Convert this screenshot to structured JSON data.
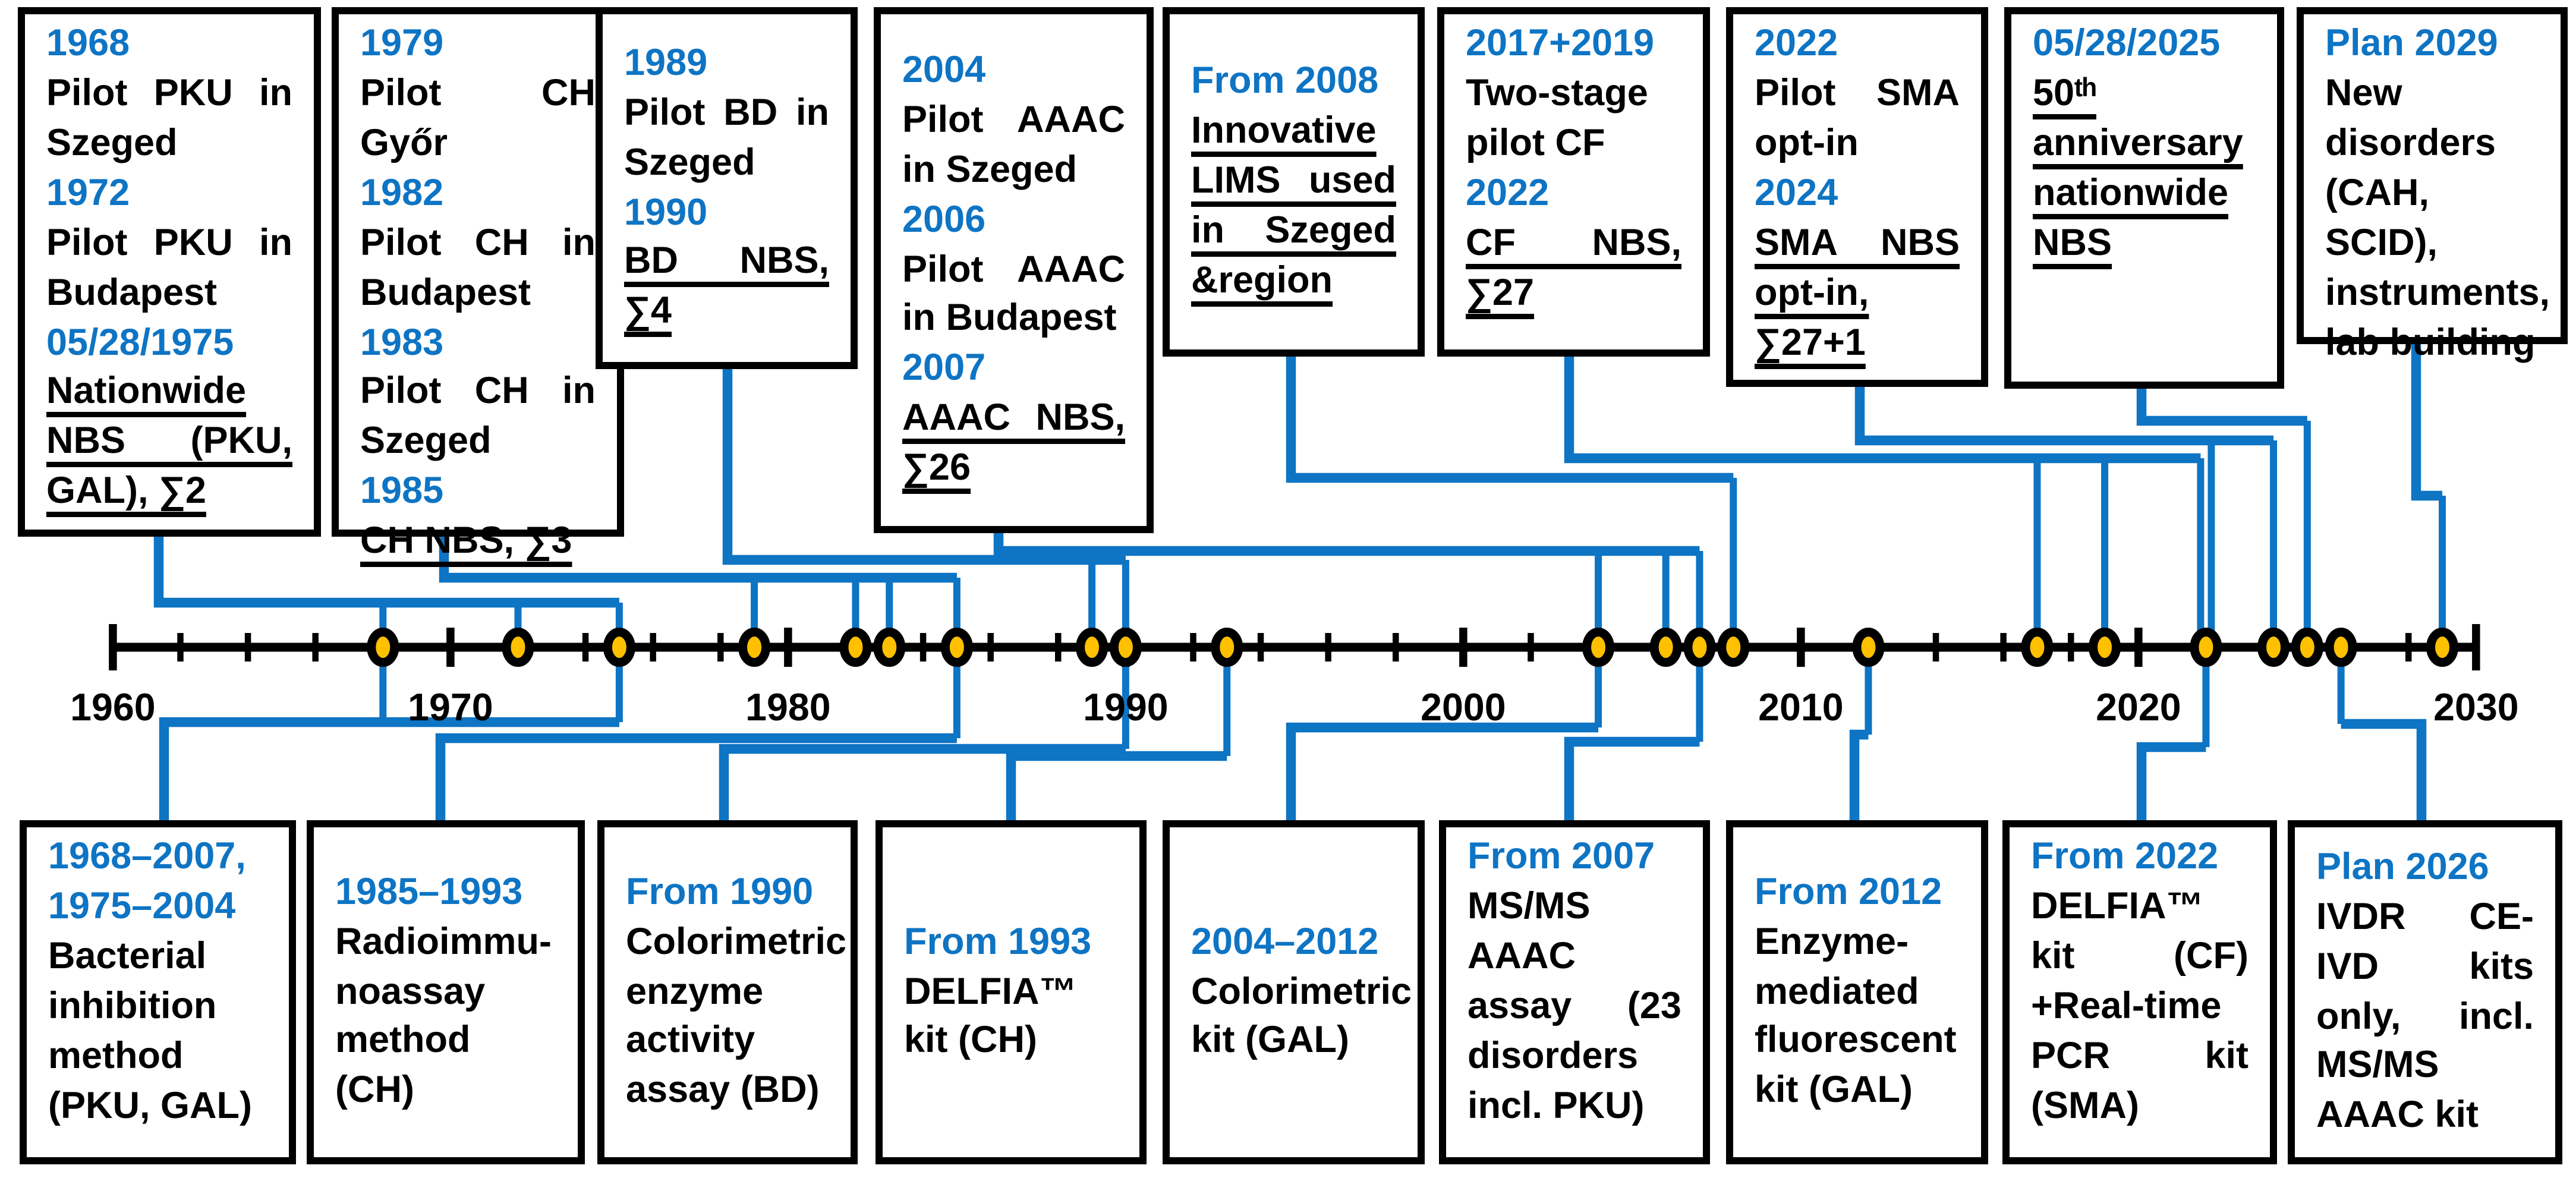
{
  "colors": {
    "accent": "#0E74C4",
    "dot_fill": "#FFC000",
    "dot_stroke": "#000000",
    "box_border": "#000000",
    "text": "#000000",
    "background": "#FFFFFF"
  },
  "timeline": {
    "start_year": 1960,
    "end_year": 2030,
    "minor_tick_step_years": 2,
    "tick_labels": [
      "1960",
      "1970",
      "1980",
      "1990",
      "2000",
      "2010",
      "2020",
      "2030"
    ],
    "dot_years": [
      1968,
      1972,
      1975,
      1979,
      1982,
      1983,
      1985,
      1989,
      1990,
      1993,
      2004,
      2006,
      2007,
      2008,
      2012,
      2017,
      2019,
      2022,
      2024,
      2025,
      2026,
      2029
    ]
  },
  "top_boxes": [
    {
      "id": "pku-pilots-nationwide",
      "years": [
        1968,
        1972,
        1975
      ],
      "segments": [
        {
          "text": "1968",
          "style": "year"
        },
        {
          "text": "Pilot PKU in Szeged",
          "style": "body"
        },
        {
          "text": "1972",
          "style": "year"
        },
        {
          "text": "Pilot PKU in Budapest",
          "style": "body"
        },
        {
          "text": "05/28/1975",
          "style": "year"
        },
        {
          "text": "Nationwide NBS (PKU, GAL), ∑2",
          "style": "body_u"
        }
      ]
    },
    {
      "id": "ch-pilots-nbs",
      "years": [
        1979,
        1982,
        1983,
        1985
      ],
      "segments": [
        {
          "text": "1979",
          "style": "year"
        },
        {
          "text": "Pilot CH Győr",
          "style": "body"
        },
        {
          "text": "1982",
          "style": "year"
        },
        {
          "text": "Pilot CH in Budapest",
          "style": "body"
        },
        {
          "text": "1983",
          "style": "year"
        },
        {
          "text": "Pilot CH in Szeged",
          "style": "body"
        },
        {
          "text": "1985",
          "style": "year"
        },
        {
          "text": "CH NBS, ∑3",
          "style": "body_u"
        }
      ]
    },
    {
      "id": "bd-pilot-nbs",
      "years": [
        1989,
        1990
      ],
      "segments": [
        {
          "text": "1989",
          "style": "year"
        },
        {
          "text": "Pilot BD in Szeged",
          "style": "body"
        },
        {
          "text": "1990",
          "style": "year"
        },
        {
          "text": "BD NBS, ∑4",
          "style": "body_u"
        }
      ]
    },
    {
      "id": "aaac-pilots-nbs",
      "years": [
        2004,
        2006,
        2007
      ],
      "segments": [
        {
          "text": "2004",
          "style": "year"
        },
        {
          "text": "Pilot AAAC in Szeged",
          "style": "body"
        },
        {
          "text": "2006",
          "style": "year"
        },
        {
          "text": "Pilot AAAC in Budapest",
          "style": "body"
        },
        {
          "text": "2007",
          "style": "year"
        },
        {
          "text": "AAAC NBS, ∑26",
          "style": "body_u"
        }
      ]
    },
    {
      "id": "lims",
      "years": [
        2008
      ],
      "segments": [
        {
          "text": "From 2008",
          "style": "year"
        },
        {
          "text": "Innovative LIMS used in Szeged &region",
          "style": "body_u"
        }
      ]
    },
    {
      "id": "cf-pilot-nbs",
      "years": [
        2017,
        2019,
        2022
      ],
      "segments": [
        {
          "text": "2017+2019",
          "style": "year"
        },
        {
          "text": "Two-stage pilot CF",
          "style": "body"
        },
        {
          "text": "2022",
          "style": "year"
        },
        {
          "text": "CF NBS, ∑27",
          "style": "body_u"
        }
      ]
    },
    {
      "id": "sma-pilot-optin",
      "years": [
        2022,
        2024
      ],
      "segments": [
        {
          "text": "2022",
          "style": "year"
        },
        {
          "text": "Pilot SMA opt-in",
          "style": "body"
        },
        {
          "text": "2024",
          "style": "year"
        },
        {
          "text": "SMA NBS opt-in, ∑27+1",
          "style": "body_u"
        }
      ]
    },
    {
      "id": "anniversary",
      "years": [
        2025
      ],
      "segments": [
        {
          "text": "05/28/2025",
          "style": "year"
        },
        {
          "text": "50ᵗʰ anniversary nationwide NBS",
          "style": "body_u"
        }
      ]
    },
    {
      "id": "plan-2029",
      "years": [
        2029
      ],
      "segments": [
        {
          "text": "Plan 2029",
          "style": "year"
        },
        {
          "text": "New disorders (CAH, SCID), instruments, lab building",
          "style": "body"
        }
      ]
    }
  ],
  "bottom_boxes": [
    {
      "id": "bacterial-inhibition",
      "years": [
        1968,
        1975
      ],
      "segments": [
        {
          "text": "1968–2007, 1975–2004",
          "style": "year"
        },
        {
          "text": "Bacterial inhibition method (PKU, GAL)",
          "style": "body"
        }
      ]
    },
    {
      "id": "radioimmunoassay",
      "years": [
        1985
      ],
      "segments": [
        {
          "text": "1985–1993",
          "style": "year"
        },
        {
          "text": "Radioimmu-noassay method (CH)",
          "style": "body"
        }
      ]
    },
    {
      "id": "colorimetric-bd",
      "years": [
        1990
      ],
      "segments": [
        {
          "text": "From 1990",
          "style": "year"
        },
        {
          "text": "Colorimetric enzyme activity assay (BD)",
          "style": "body"
        }
      ]
    },
    {
      "id": "delfia-ch",
      "years": [
        1993
      ],
      "segments": [
        {
          "text": "From 1993",
          "style": "year"
        },
        {
          "text": "DELFIA™ kit (CH)",
          "style": "body"
        }
      ]
    },
    {
      "id": "colorimetric-gal",
      "years": [
        2004
      ],
      "segments": [
        {
          "text": "2004–2012",
          "style": "year"
        },
        {
          "text": "Colorimetric kit (GAL)",
          "style": "body"
        }
      ]
    },
    {
      "id": "msms-aaac",
      "years": [
        2007
      ],
      "segments": [
        {
          "text": "From 2007",
          "style": "year"
        },
        {
          "text": "MS/MS AAAC assay (23 disorders incl. PKU)",
          "style": "body"
        }
      ]
    },
    {
      "id": "enzyme-fluorescent-gal",
      "years": [
        2012
      ],
      "segments": [
        {
          "text": "From 2012",
          "style": "year"
        },
        {
          "text": "Enzyme-mediated fluorescent kit (GAL)",
          "style": "body"
        }
      ]
    },
    {
      "id": "delfia-cf-pcr-sma",
      "years": [
        2022
      ],
      "segments": [
        {
          "text": "From 2022",
          "style": "year"
        },
        {
          "text": "DELFIA™ kit (CF) +Real-time PCR kit (SMA)",
          "style": "body"
        }
      ]
    },
    {
      "id": "plan-2026",
      "years": [
        2026
      ],
      "segments": [
        {
          "text": "Plan 2026",
          "style": "year"
        },
        {
          "text": "IVDR CE-IVD kits only, incl. MS/MS AAAC kit",
          "style": "body"
        }
      ]
    }
  ]
}
